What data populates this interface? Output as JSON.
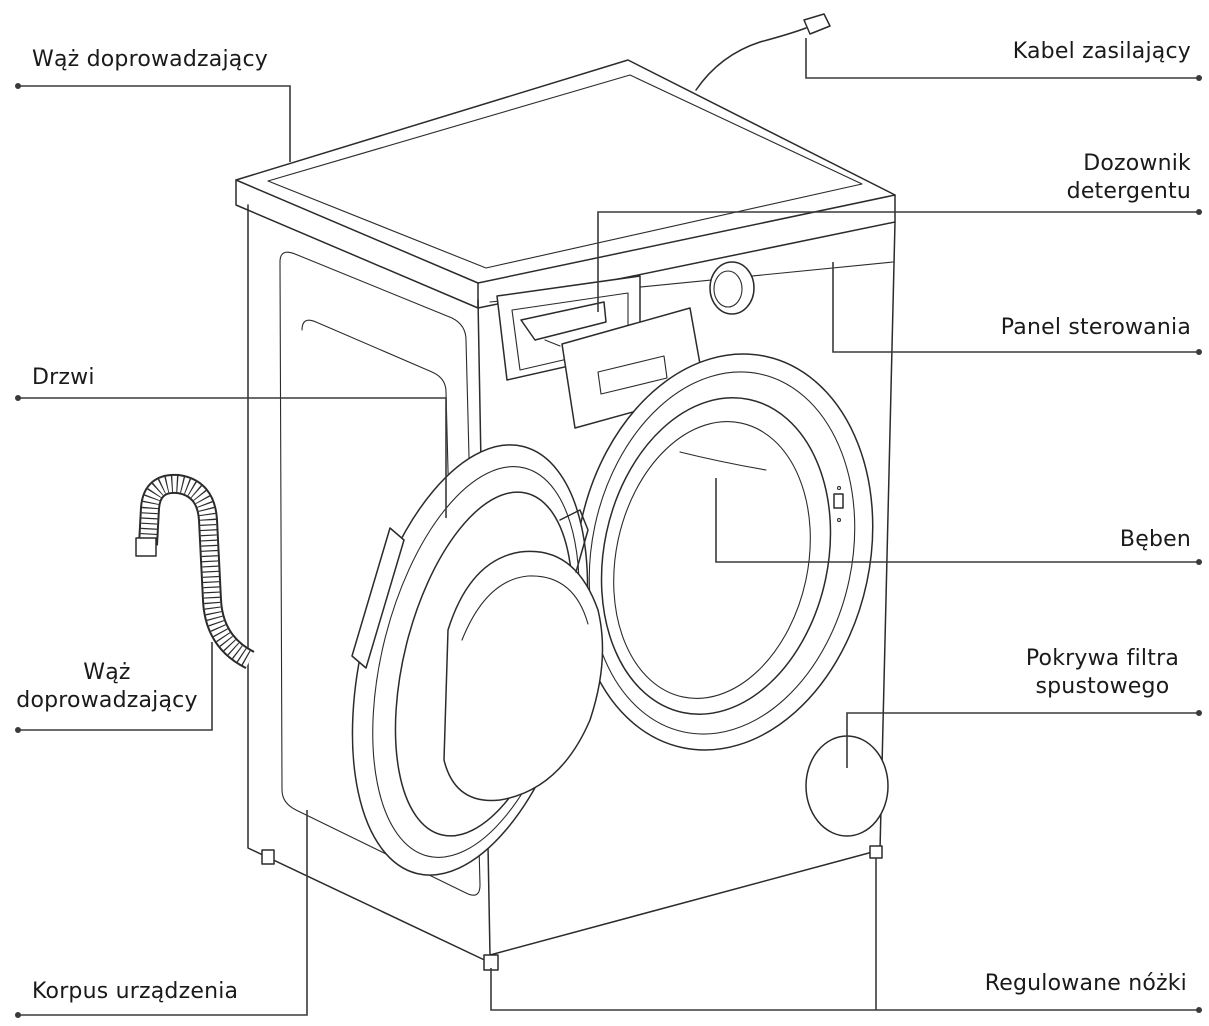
{
  "labels": {
    "inlet_hose_top": "Wąż doprowadzający",
    "power_cable": "Kabel zasilający",
    "detergent_dispenser_line1": "Dozownik",
    "detergent_dispenser_line2": "detergentu",
    "control_panel": "Panel sterowania",
    "door": "Drzwi",
    "drum": "Bęben",
    "inlet_hose_side_line1": "Wąż",
    "inlet_hose_side_line2": "doprowadzający",
    "drain_filter_cover_line1": "Pokrywa filtra",
    "drain_filter_cover_line2": "spustowego",
    "appliance_body": "Korpus urządzenia",
    "adjustable_feet": "Regulowane nóżki"
  },
  "colors": {
    "line": "#3a3a3a",
    "text": "#1a1a1a",
    "background": "#ffffff"
  }
}
